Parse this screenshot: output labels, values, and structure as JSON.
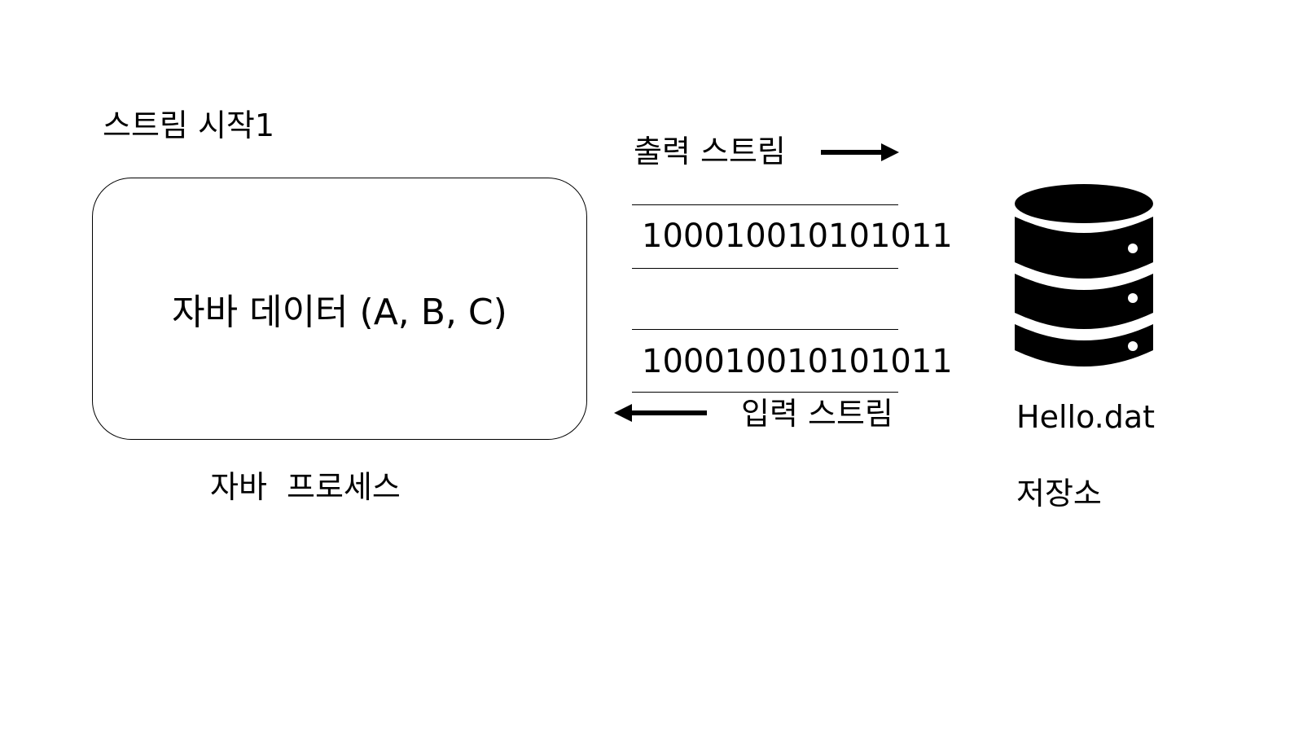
{
  "diagram": {
    "title": "스트림 시작1",
    "process": {
      "data_label": "자바 데이터 (A, B, C)",
      "caption": "자바  프로세스"
    },
    "output_stream": {
      "label": "출력 스트림",
      "bits": "100010010101011",
      "direction": "right"
    },
    "input_stream": {
      "label": "입력 스트림",
      "bits": "100010010101011",
      "direction": "left"
    },
    "storage": {
      "icon": "database-icon",
      "file_name": "Hello.dat",
      "caption": "저장소"
    }
  }
}
